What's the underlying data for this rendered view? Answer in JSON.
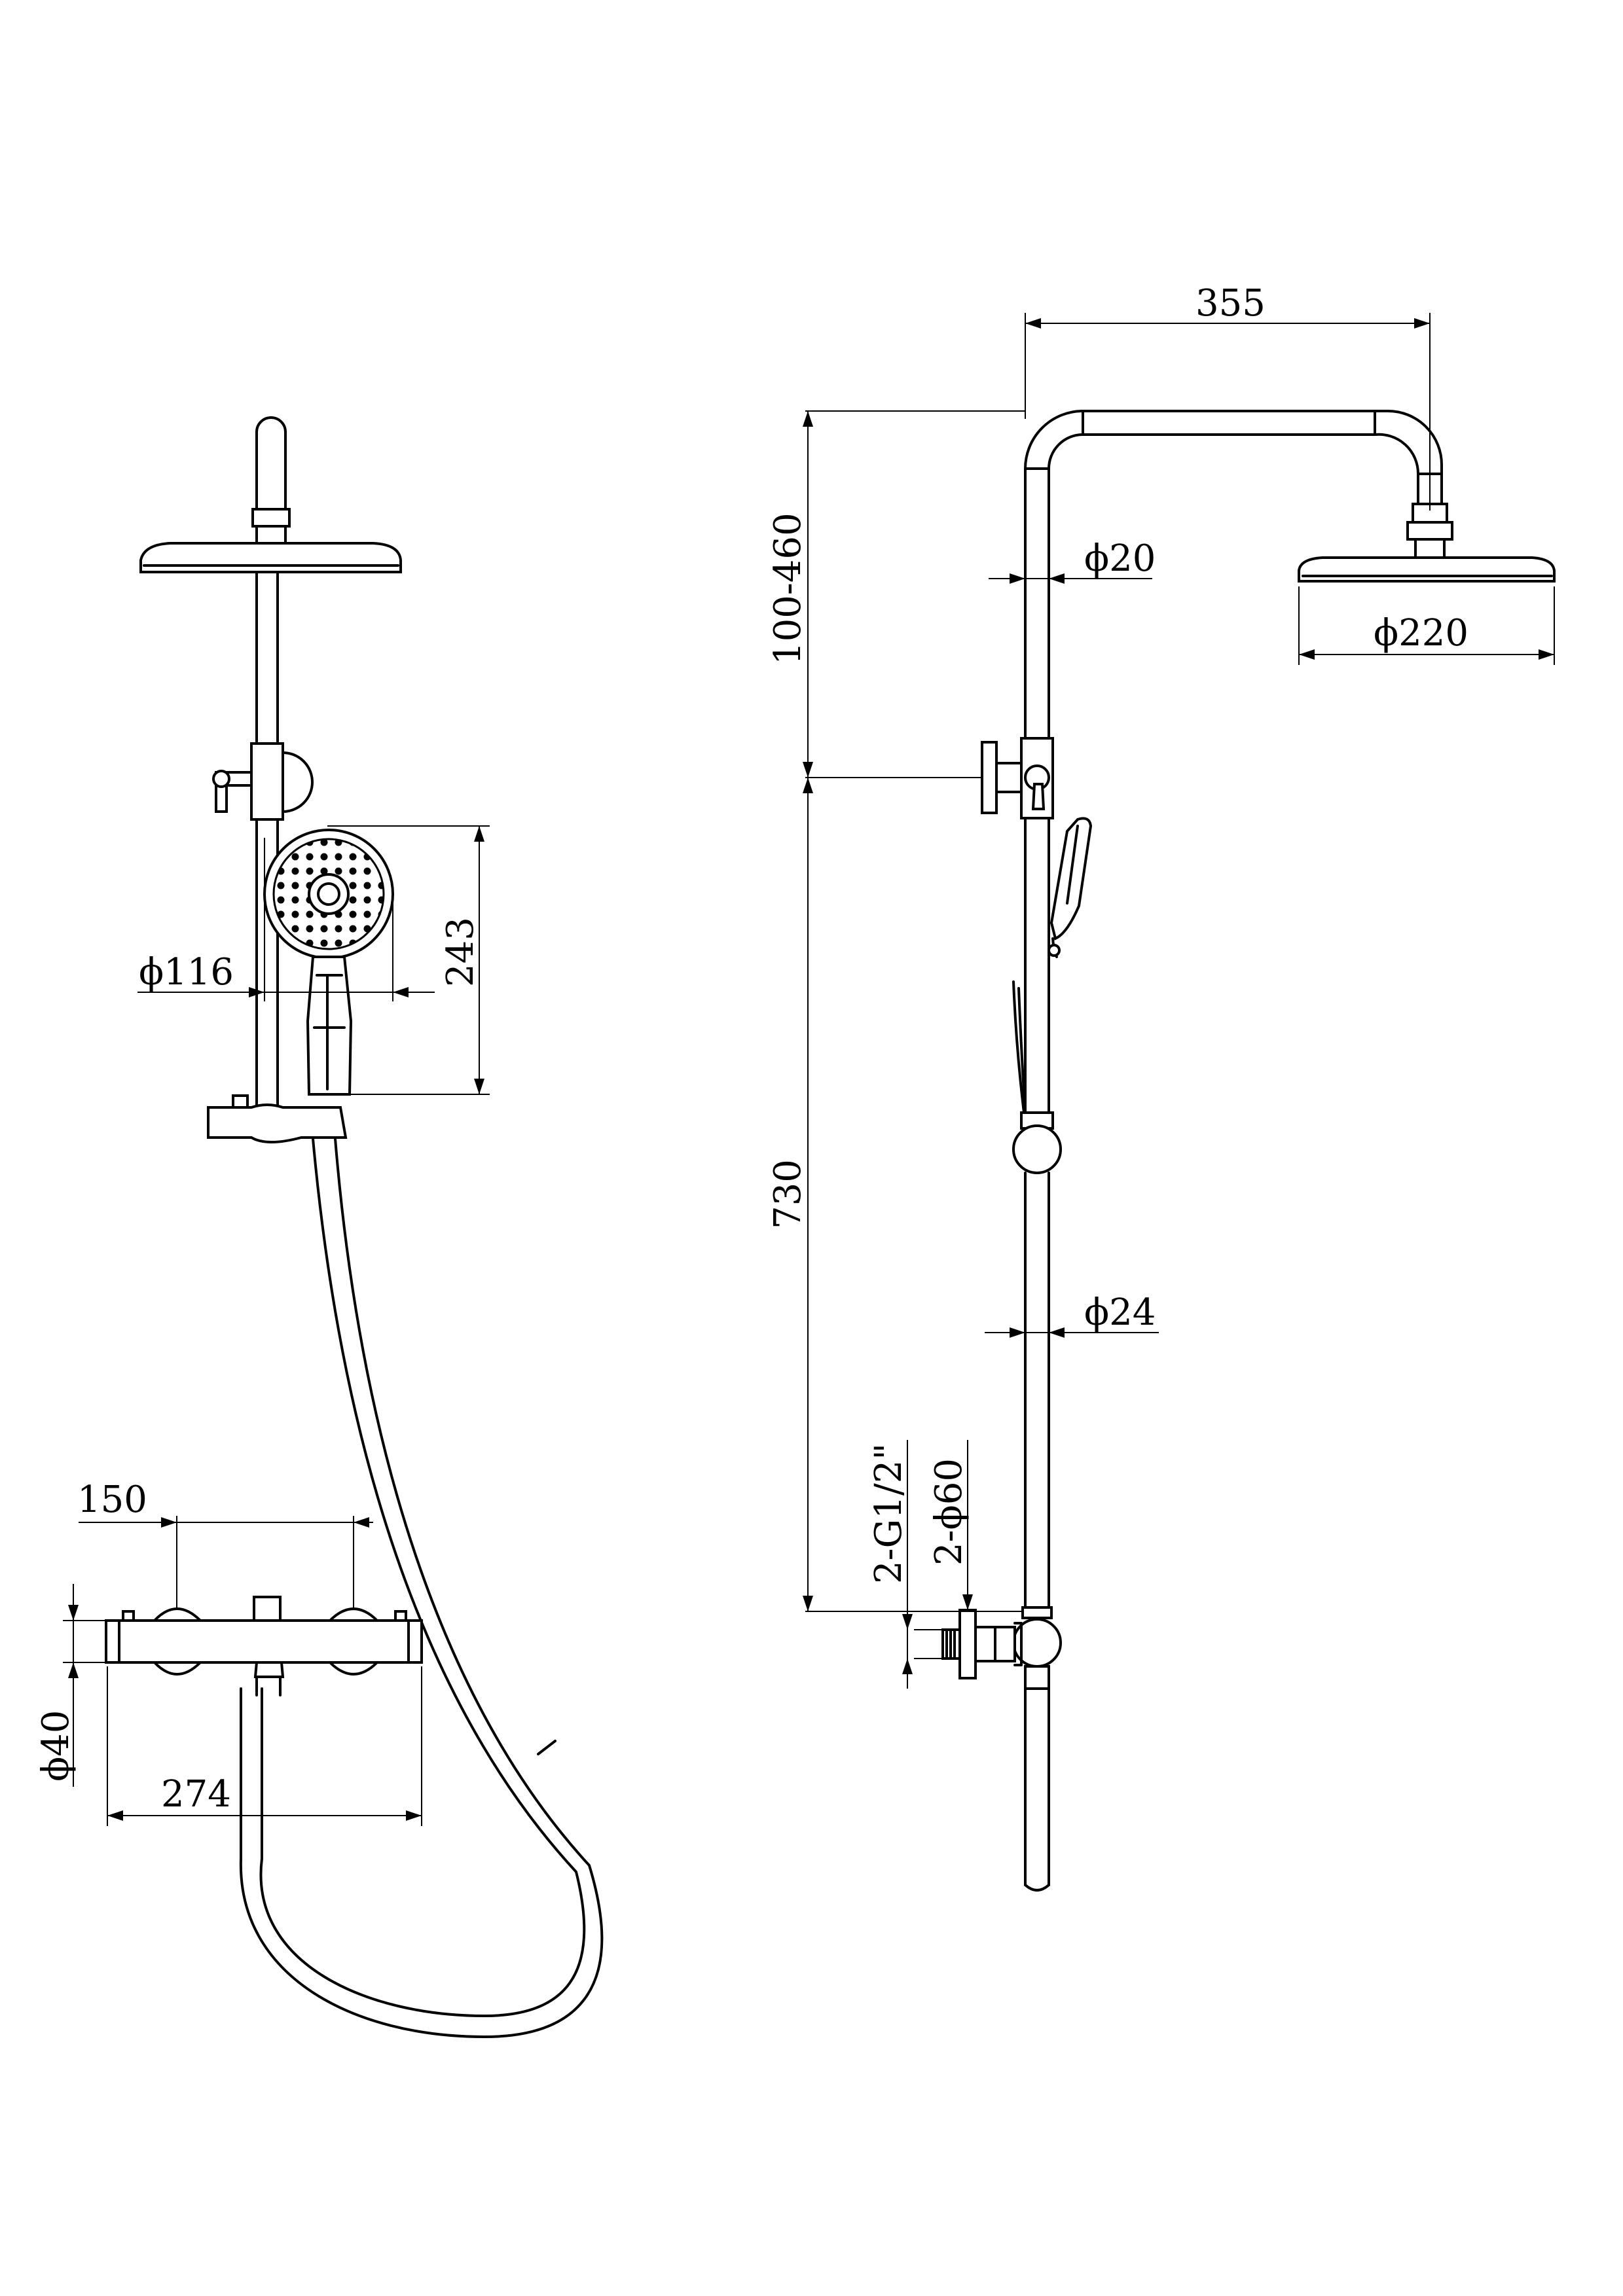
{
  "dimensions": {
    "front_view": {
      "handshower_diameter": "ϕ116",
      "handshower_length": "243",
      "inlet_spacing": "150",
      "body_diameter": "ϕ40",
      "body_width": "274"
    },
    "side_view": {
      "arm_projection": "355",
      "height_adjustment": "100-460",
      "upper_pipe_diameter": "ϕ20",
      "head_diameter": "ϕ220",
      "lower_height": "730",
      "lower_pipe_diameter": "ϕ24",
      "inlet_thread": "2-G1/2\"",
      "escutcheon_diameter": "2-ϕ60"
    }
  }
}
